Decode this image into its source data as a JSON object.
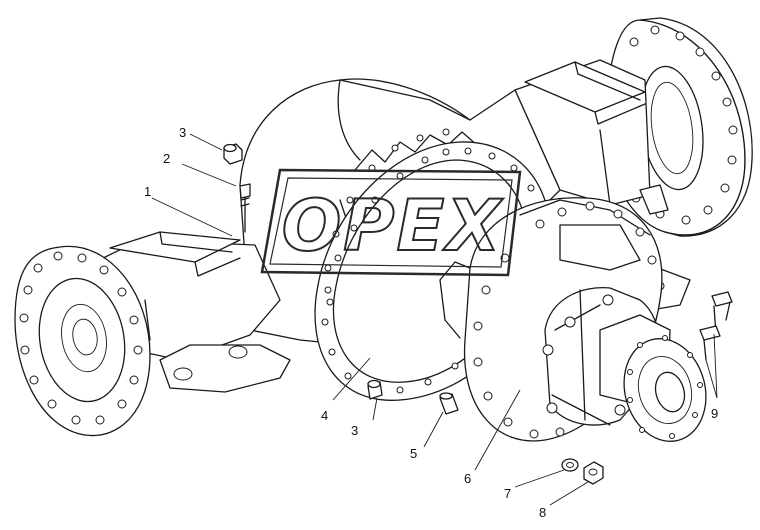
{
  "watermark": "OPEX",
  "callouts": [
    {
      "id": "c1",
      "label": "1"
    },
    {
      "id": "c2",
      "label": "2"
    },
    {
      "id": "c3a",
      "label": "3"
    },
    {
      "id": "c3b",
      "label": "3"
    },
    {
      "id": "c4",
      "label": "4"
    },
    {
      "id": "c5",
      "label": "5"
    },
    {
      "id": "c6",
      "label": "6"
    },
    {
      "id": "c7",
      "label": "7"
    },
    {
      "id": "c8",
      "label": "8"
    },
    {
      "id": "c9",
      "label": "9"
    }
  ]
}
